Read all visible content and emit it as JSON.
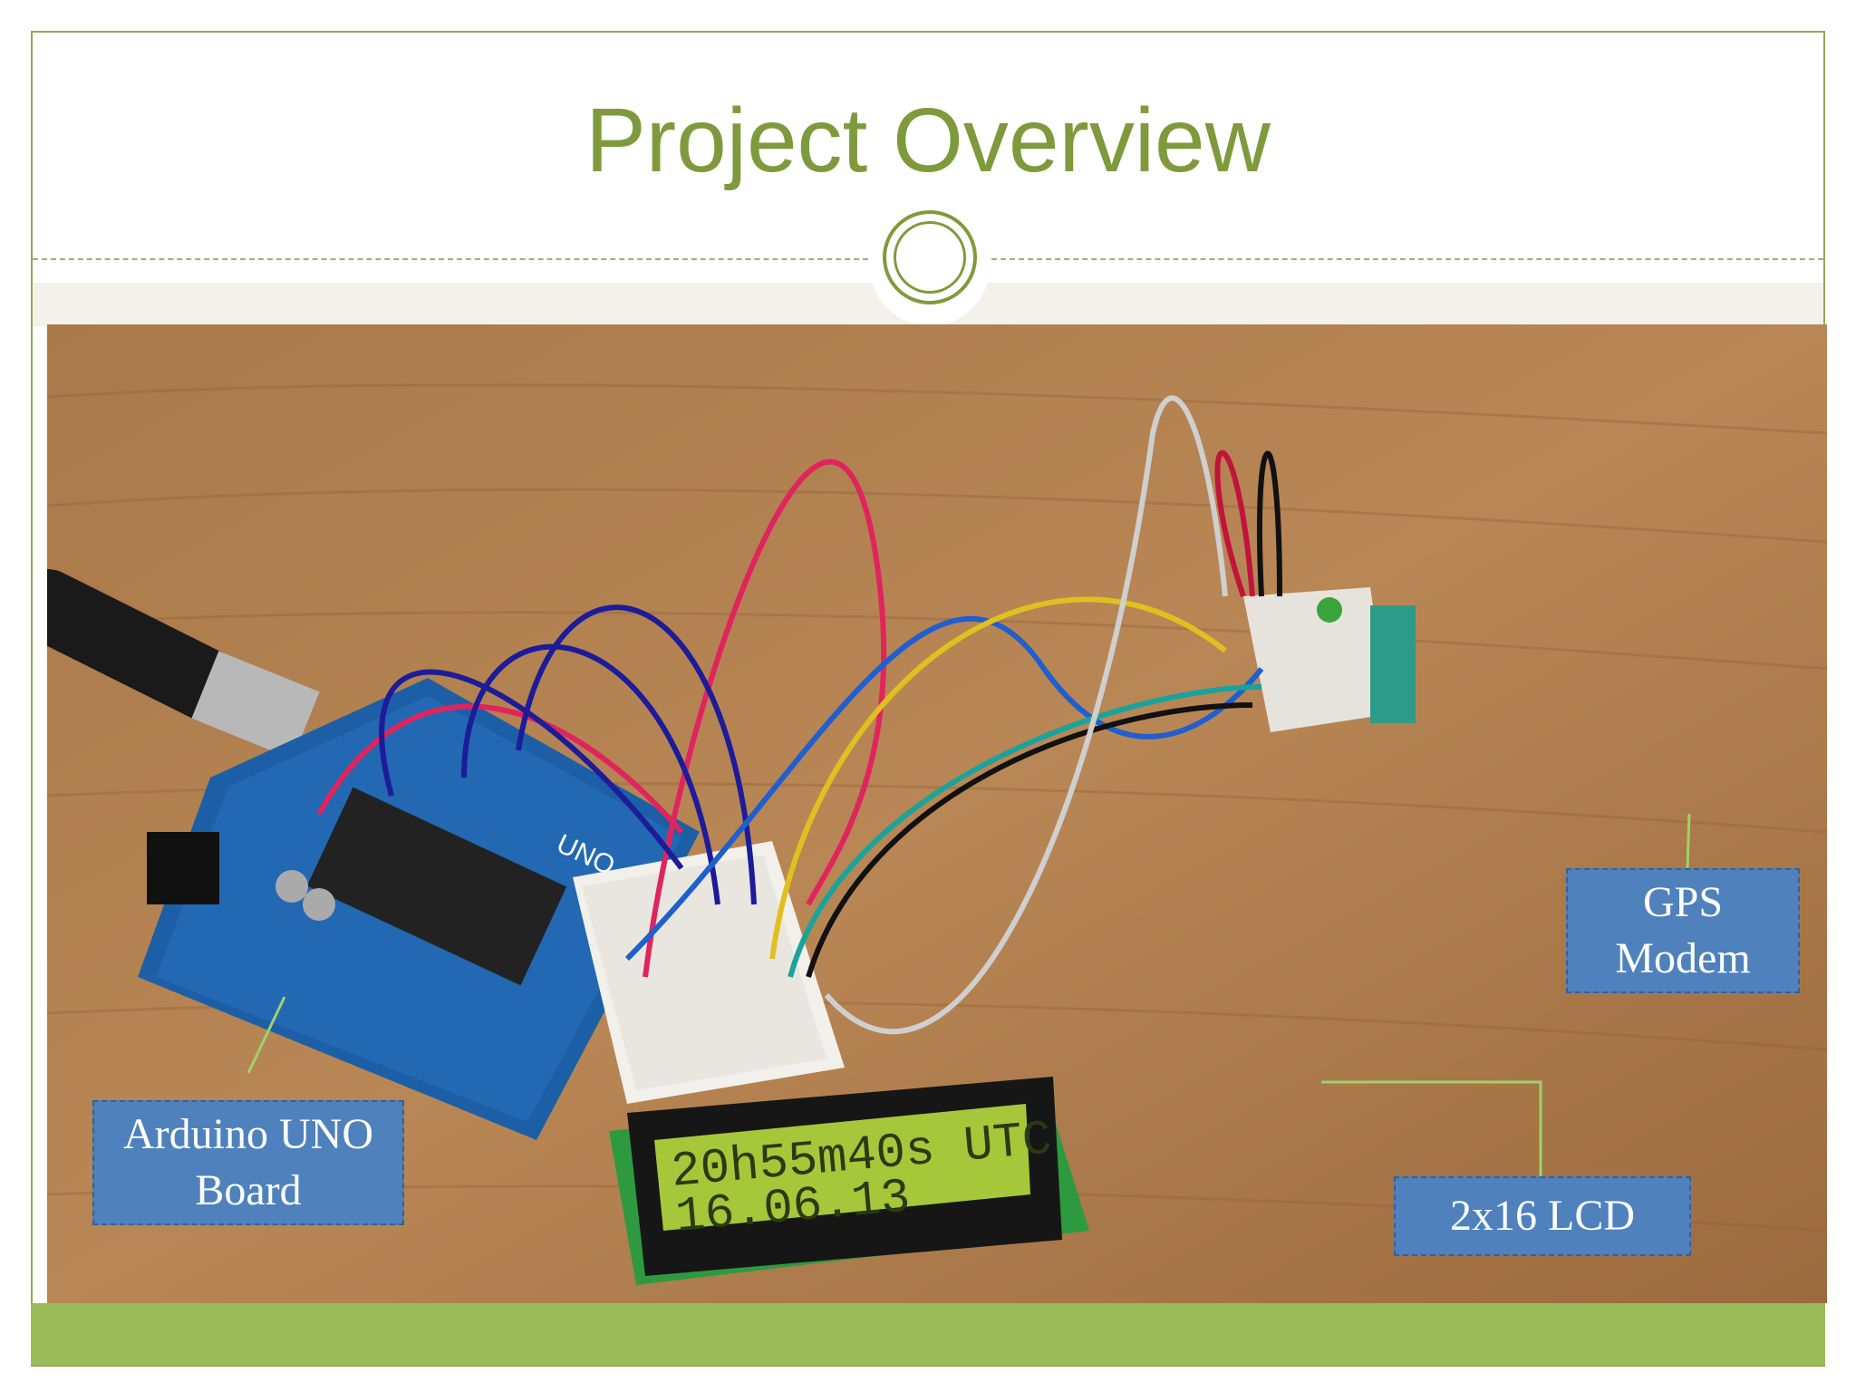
{
  "slide": {
    "title": "Project Overview"
  },
  "photo": {
    "lcd_display": {
      "line1": "20h55m40s UTC",
      "line2": "16.06.13"
    },
    "board_label": "UNO"
  },
  "callouts": {
    "arduino": {
      "line1": "Arduino UNO",
      "line2": "Board"
    },
    "gps": {
      "line1": "GPS",
      "line2": "Modem"
    },
    "lcd": {
      "line1": "2x16 LCD"
    }
  },
  "colors": {
    "title_green": "#7f9a3c",
    "footer_green": "#9bbb59",
    "callout_blue": "#4f81bd"
  }
}
